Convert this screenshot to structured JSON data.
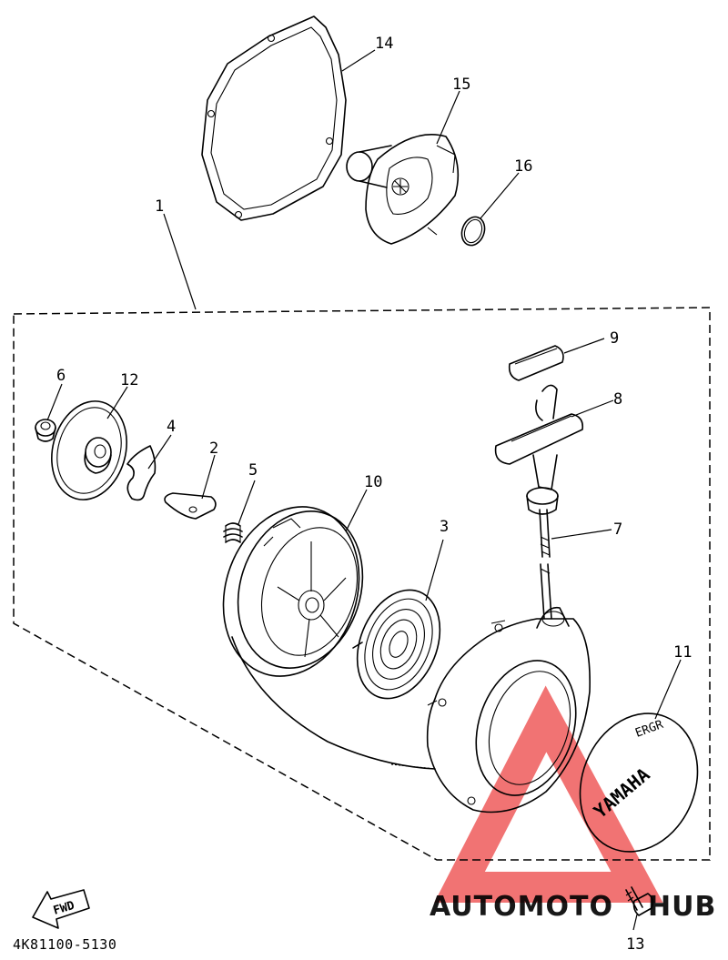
{
  "diagram_code": "4K81100-5130",
  "fwd_label": "FWD",
  "cover_text": [
    "YAMAHA",
    "ERGR"
  ],
  "watermark": {
    "part1": "AUTOMOTO",
    "part2": "HUB",
    "color1": "#f5b547",
    "color2": "#e04141",
    "triangle_color": "#ef5b5b"
  },
  "callouts": [
    {
      "id": "1",
      "label": "1"
    },
    {
      "id": "2",
      "label": "2"
    },
    {
      "id": "3",
      "label": "3"
    },
    {
      "id": "4",
      "label": "4"
    },
    {
      "id": "5",
      "label": "5"
    },
    {
      "id": "6",
      "label": "6"
    },
    {
      "id": "7",
      "label": "7"
    },
    {
      "id": "8",
      "label": "8"
    },
    {
      "id": "9",
      "label": "9"
    },
    {
      "id": "10",
      "label": "10"
    },
    {
      "id": "11",
      "label": "11"
    },
    {
      "id": "12",
      "label": "12"
    },
    {
      "id": "13",
      "label": "13"
    },
    {
      "id": "14",
      "label": "14"
    },
    {
      "id": "15",
      "label": "15"
    },
    {
      "id": "16",
      "label": "16"
    }
  ]
}
